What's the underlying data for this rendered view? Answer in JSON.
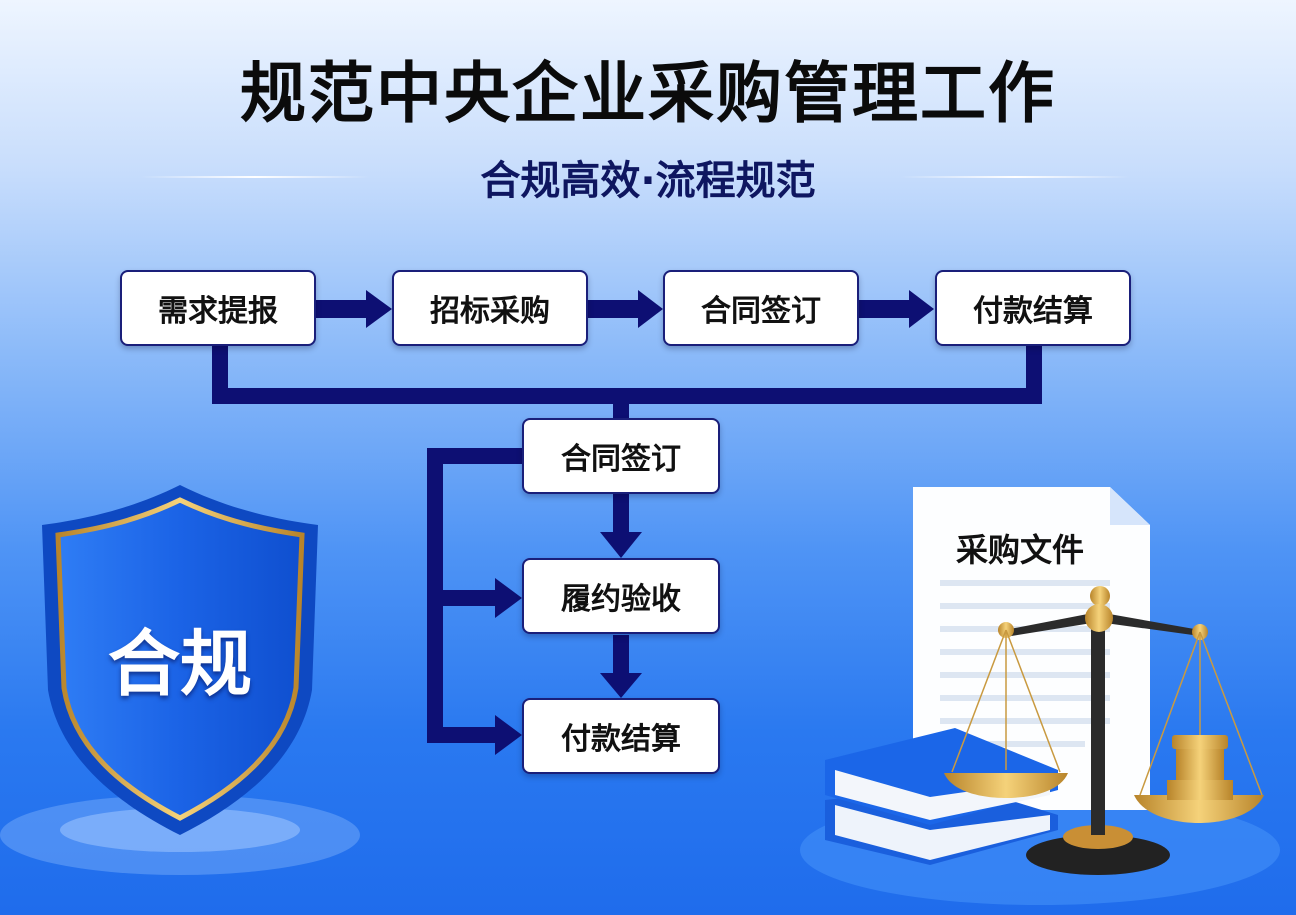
{
  "title": "规范中央企业采购管理工作",
  "subtitle": "合规高效·流程规范",
  "top_flow": [
    {
      "label": "需求提报"
    },
    {
      "label": "招标采购"
    },
    {
      "label": "合同签订"
    },
    {
      "label": "付款结算"
    }
  ],
  "sub_flow": [
    {
      "label": "合同签订"
    },
    {
      "label": "履约验收"
    },
    {
      "label": "付款结算"
    }
  ],
  "shield_label": "合规",
  "document_label": "采购文件",
  "colors": {
    "connector": "#0d0f73",
    "shield": "#1b63e6",
    "gold": "#d9a63a"
  }
}
